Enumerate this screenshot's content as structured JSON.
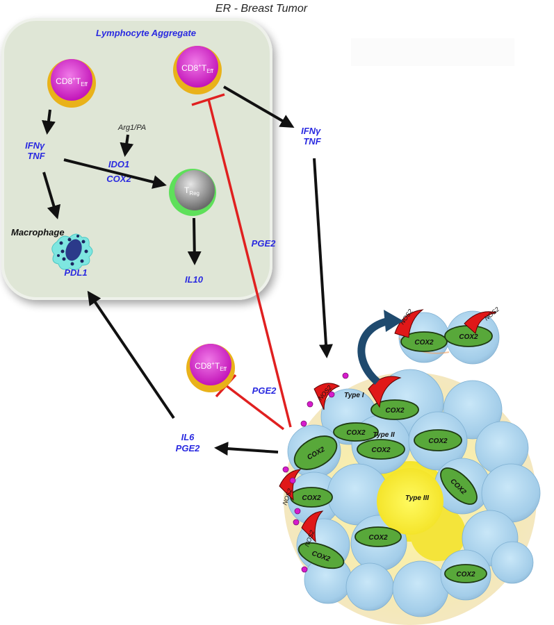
{
  "title": "ER - Breast Tumor",
  "aggregate_label": "Lymphocyte Aggregate",
  "cells": {
    "cd8_main": "CD8",
    "cd8_sup": "+",
    "t_main": "T",
    "eff_sub": "Eff",
    "reg_sub": "Reg",
    "macrophage": "Macrophage"
  },
  "labels": {
    "ifn_left_line1": "IFNγ",
    "ifn_left_line2": "TNF",
    "ifn_right_line1": "IFNγ",
    "ifn_right_line2": "TNF",
    "arg": "Arg1/PA",
    "ido": "IDO1",
    "cox_agg": "COX2",
    "pdl1": "PDL1",
    "il10": "IL10",
    "pge2_mid": "PGE2",
    "pge2_low": "PGE2",
    "il6": "IL6",
    "pge2_il6": "PGE2"
  },
  "tumor": {
    "cox": "COX2",
    "nos": "NOS2",
    "type1": "Type I",
    "type2": "Type II",
    "type3": "Type III"
  },
  "colors": {
    "aggregate_bg": "#dfe6d6",
    "magenta": "#d61ccc",
    "gold": "#e9b21a",
    "treg_green": "#5ee05a",
    "label_blue": "#2a2ae0",
    "inhibit_red": "#e02020",
    "cox_green": "#58a83a",
    "nos_red": "#e01818",
    "tumor_cell": "#a9d4ee",
    "tumor_halo": "#f5ecb8"
  }
}
